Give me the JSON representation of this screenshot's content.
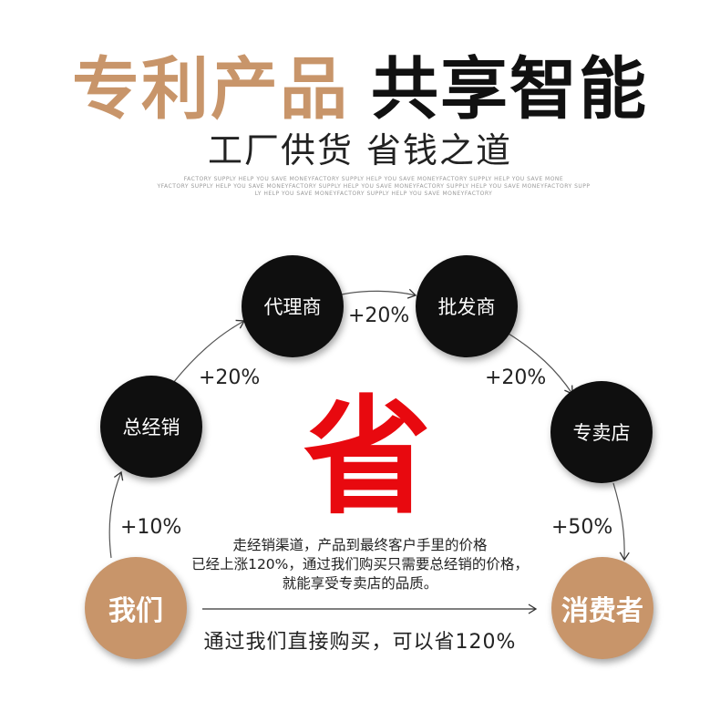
{
  "header": {
    "title_left": "专利产品",
    "title_right": "共享智能",
    "subtitle": "工厂供货 省钱之道",
    "fine_print": [
      "FACTORY SUPPLY HELP YOU SAVE MONEYFACTORY SUPPLY HELP YOU SAVE MONEYFACTORY SUPPLY HELP YOU SAVE MONE",
      "YFACTORY SUPPLY HELP YOU SAVE MONEYFACTORY SUPPLY HELP YOU SAVE MONEYFACTORY SUPPLY HELP YOU SAVE MONEYFACTORY SUPP",
      "LY HELP YOU SAVE MONEYFACTORY SUPPLY HELP YOU SAVE MONEYFACTORY"
    ]
  },
  "nodes": {
    "us": "我们",
    "general_distributor": "总经销",
    "agent": "代理商",
    "wholesaler": "批发商",
    "specialty_store": "专卖店",
    "consumer": "消费者"
  },
  "markups": {
    "us_to_general": "+10%",
    "general_to_agent": "+20%",
    "agent_to_wholesaler": "+20%",
    "wholesaler_to_store": "+20%",
    "store_to_consumer": "+50%"
  },
  "center_char": "省",
  "description": [
    "走经销渠道，产品到最终客户手里的价格",
    "已经上涨120%，通过我们购买只需要总经销的价格，",
    "就能享受专卖店的品质。"
  ],
  "bottom_text": "通过我们直接购买，可以省120%",
  "colors": {
    "accent": "#c8956a",
    "node_dark": "#0f0f0f",
    "highlight_red": "#e8090f"
  }
}
